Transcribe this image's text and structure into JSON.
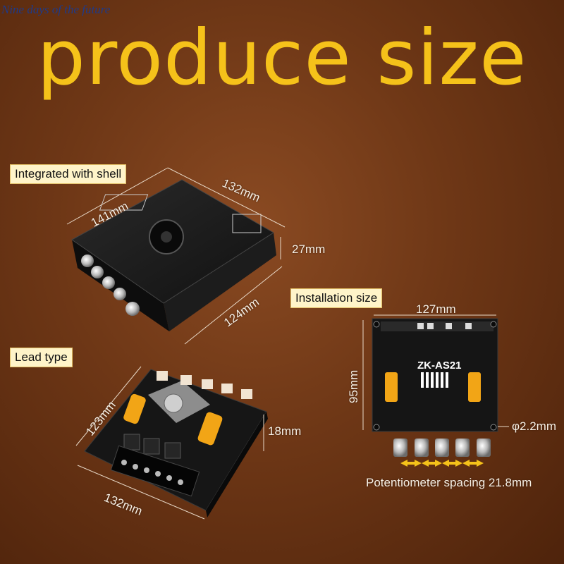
{
  "watermark": "Nine days of the future",
  "headline": "produce size",
  "section_integrated": {
    "label": "Integrated with shell",
    "dim_depth": "141mm",
    "dim_width": "132mm",
    "dim_height": "27mm",
    "dim_front": "124mm"
  },
  "section_installation": {
    "label": "Installation size",
    "dim_width": "127mm",
    "dim_height": "95mm",
    "hole_diameter": "φ2.2mm",
    "model": "ZK-AS21",
    "pot_spacing": "Potentiometer spacing 21.8mm"
  },
  "section_lead": {
    "label": "Lead type",
    "dim_depth": "123mm",
    "dim_height": "18mm",
    "dim_width": "132mm"
  },
  "colors": {
    "headline": "#f5c21a",
    "label_bg": "#fff4c9",
    "board": "#1a1a1a",
    "capacitor": "#f2a516"
  }
}
